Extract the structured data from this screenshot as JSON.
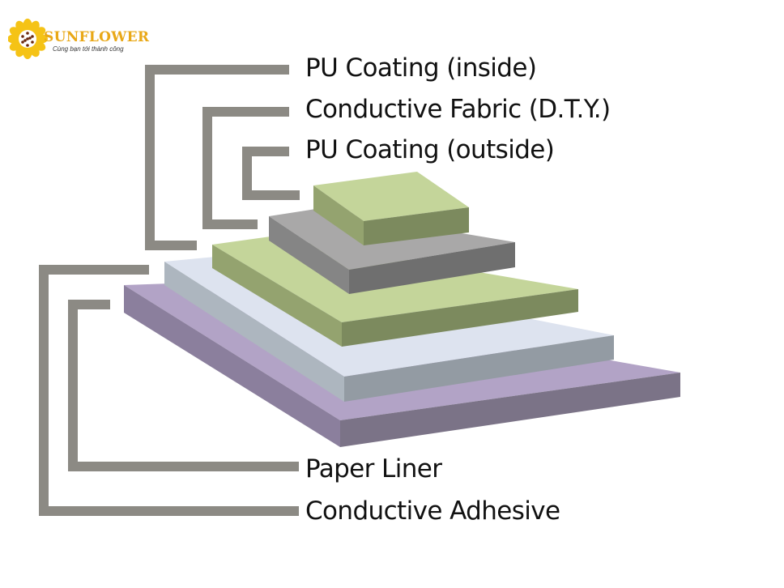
{
  "logo": {
    "brand": "SUNFLOWER",
    "tagline": "Cùng bạn tới thành công",
    "icon": "sunflower-icon",
    "colors": {
      "petal": "#f5c316",
      "seed": "#6b2a0e",
      "text": "#e9a817"
    }
  },
  "labels": {
    "pu_inside": "PU Coating (inside)",
    "fabric": "Conductive Fabric (D.T.Y.)",
    "pu_outside": "PU Coating (outside)",
    "paper_liner": "Paper Liner",
    "adhesive": "Conductive Adhesive"
  },
  "colors": {
    "connector": "#8c8a84",
    "paper_liner": "#b2a3c6",
    "conductive_adhesive": "#dde3ef",
    "pu_coating": "#c4d59a",
    "conductive_fabric": "#a9a8a8"
  }
}
